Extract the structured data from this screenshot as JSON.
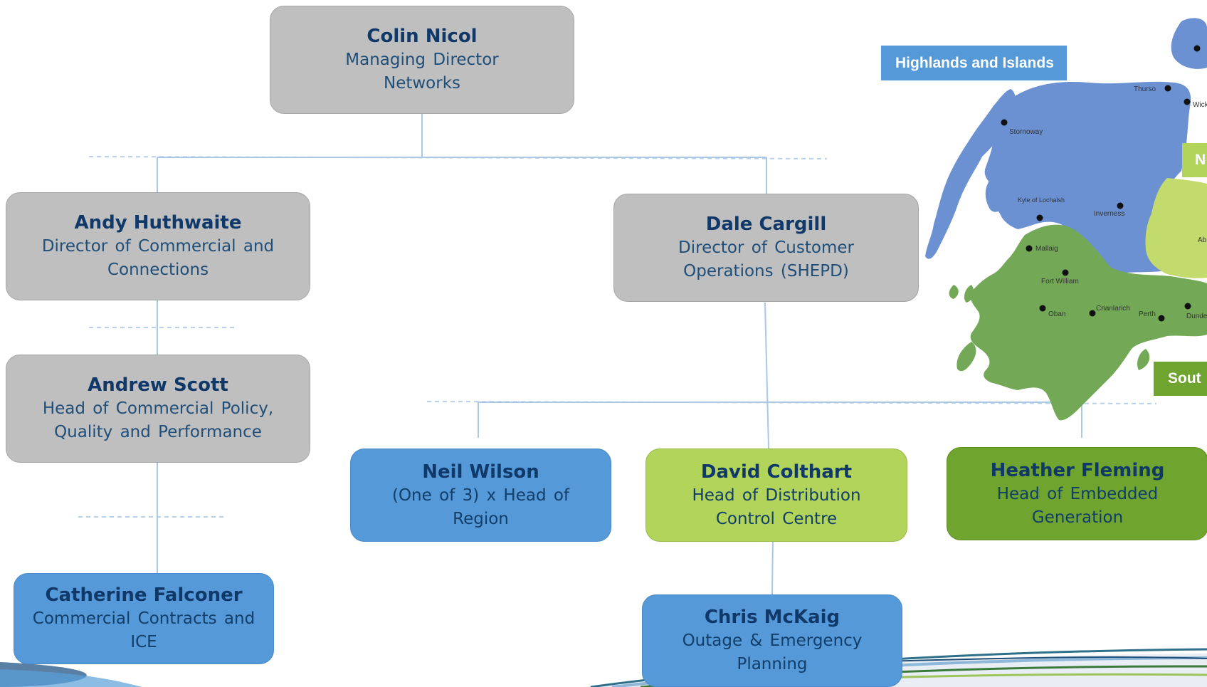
{
  "colors": {
    "grey_box": "#bfbfbf",
    "blue_box": "#5599d8",
    "lime_box": "#b3d45a",
    "green_box": "#6fa42e",
    "connector": "#9dc3e6",
    "name_text": "#10396a"
  },
  "people": {
    "colin": {
      "name": "Colin Nicol",
      "title1": "Managing Director",
      "title2": "Networks"
    },
    "andy": {
      "name": "Andy Huthwaite",
      "title1": "Director of Commercial and",
      "title2": "Connections"
    },
    "dale": {
      "name": "Dale Cargill",
      "title1": "Director of Customer",
      "title2": "Operations (SHEPD)"
    },
    "andrew": {
      "name": "Andrew Scott",
      "title1": "Head of Commercial Policy,",
      "title2": "Quality and Performance"
    },
    "catherine": {
      "name": "Catherine Falconer",
      "title1": "Commercial Contracts and",
      "title2": "ICE"
    },
    "neil": {
      "name": "Neil Wilson",
      "title1": "(One of 3) x Head of",
      "title2": "Region"
    },
    "david": {
      "name": "David Colthart",
      "title1": "Head of Distribution",
      "title2": "Control Centre"
    },
    "heather": {
      "name": "Heather Fleming",
      "title1": "Head of Embedded",
      "title2": "Generation"
    },
    "chris": {
      "name": "Chris McKaig",
      "title1": "Outage & Emergency",
      "title2": "Planning"
    }
  },
  "map": {
    "region_labels": {
      "highlands": "Highlands and Islands",
      "north": "N",
      "south": "Sout"
    },
    "towns": [
      "Stornoway",
      "Thurso",
      "Wick",
      "Kyle of Lochalsh",
      "Inverness",
      "Mallaig",
      "Fort William",
      "Oban",
      "Crianlarich",
      "Perth",
      "Dundee",
      "Ab"
    ]
  }
}
